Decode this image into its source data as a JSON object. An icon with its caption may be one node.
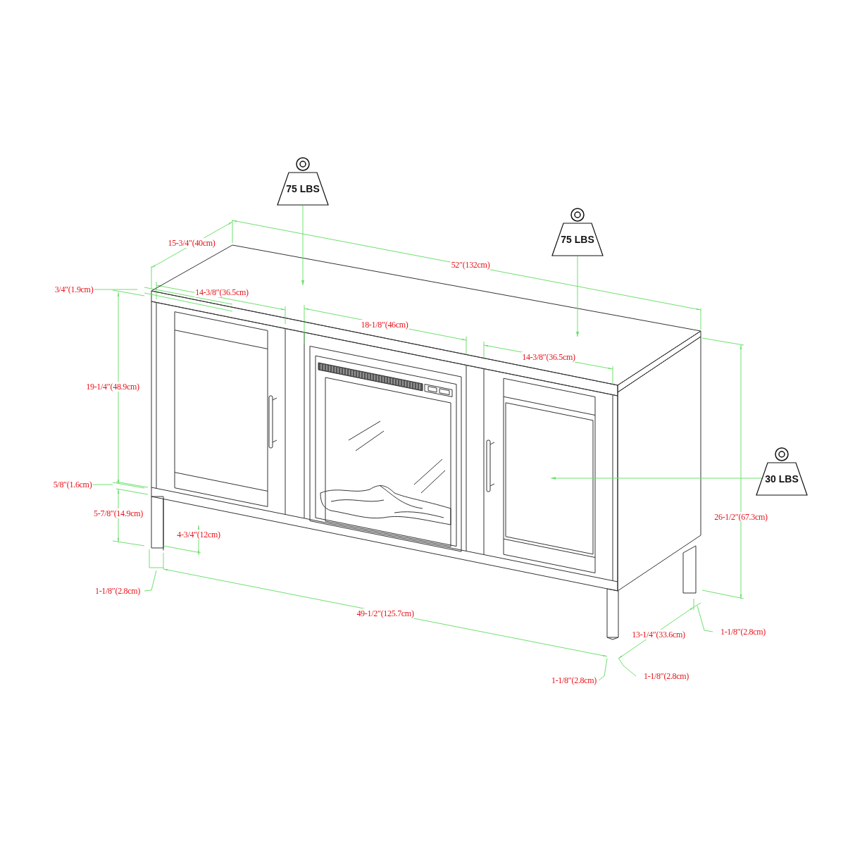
{
  "diagram": {
    "nodes": [
      {
        "text": [
          "75 LBS"
        ]
      },
      {
        "text": [
          "75 LBS"
        ]
      },
      {
        "text": [
          "30 LBS"
        ]
      },
      {
        "text": [],
        "shape": "box"
      },
      {
        "text": [],
        "shape": "box"
      }
    ],
    "edges": [
      {
        "from": 0,
        "to": 3,
        "arrow": "to"
      },
      {
        "from": 1,
        "to": 3,
        "arrow": "to"
      },
      {
        "from": 2,
        "to": 4,
        "arrow": "to"
      }
    ],
    "labels": [
      "15-3/4″(40cm)",
      "52″(132cm)",
      "3/4″(1.9cm)",
      "14-3/8″(36.5cm)",
      "18-1/8″(46cm)",
      "14-3/8″(36.5cm)",
      "19-1/4″(48.9cm)",
      "5/8″(1.6cm)",
      "5-7/8″(14.9cm)",
      "26-1/2″(67.3cm)",
      "4-3/4″(12cm)",
      "1-1/8″(2.8cm)",
      "49-1/2″(125.7cm)",
      "1-1/8″(2.8cm)",
      "13-1/4″(33.6cm)",
      "1-1/8″(2.8cm)",
      "1-1/8″(2.8cm)"
    ]
  }
}
